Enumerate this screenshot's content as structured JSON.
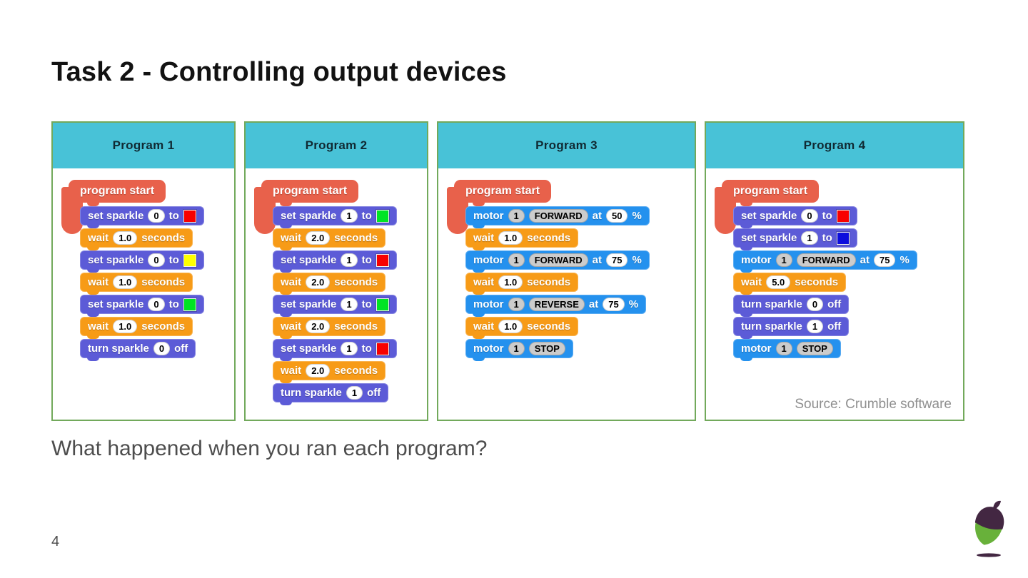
{
  "slide": {
    "title": "Task 2 - Controlling output devices",
    "question": "What happened when you ran each program?",
    "page_number": "4"
  },
  "colors": {
    "header_bg": "#48c2d7",
    "header_text": "#102a33",
    "panel_border": "#72a95b",
    "blocks": {
      "start": "#e8614b",
      "sparkle": "#5c5bd7",
      "wait": "#f79b17",
      "motor": "#2491ee"
    },
    "swatches": {
      "red": "#f80000",
      "yellow": "#ffff00",
      "green": "#00e424",
      "blue": "#0d0ddd"
    },
    "logo": {
      "green": "#68b13a",
      "dark": "#432742"
    }
  },
  "panels": [
    {
      "label": "Program 1",
      "blocks": [
        {
          "type": "start",
          "segments": [
            {
              "text": "program start"
            }
          ]
        },
        {
          "type": "sparkle",
          "segments": [
            {
              "text": "set sparkle"
            },
            {
              "pill": "0"
            },
            {
              "text": "to"
            },
            {
              "swatch": "red"
            }
          ]
        },
        {
          "type": "wait",
          "segments": [
            {
              "text": "wait"
            },
            {
              "pill": "1.0"
            },
            {
              "text": "seconds"
            }
          ]
        },
        {
          "type": "sparkle",
          "segments": [
            {
              "text": "set sparkle"
            },
            {
              "pill": "0"
            },
            {
              "text": "to"
            },
            {
              "swatch": "yellow"
            }
          ]
        },
        {
          "type": "wait",
          "segments": [
            {
              "text": "wait"
            },
            {
              "pill": "1.0"
            },
            {
              "text": "seconds"
            }
          ]
        },
        {
          "type": "sparkle",
          "segments": [
            {
              "text": "set sparkle"
            },
            {
              "pill": "0"
            },
            {
              "text": "to"
            },
            {
              "swatch": "green"
            }
          ]
        },
        {
          "type": "wait",
          "segments": [
            {
              "text": "wait"
            },
            {
              "pill": "1.0"
            },
            {
              "text": "seconds"
            }
          ]
        },
        {
          "type": "sparkle",
          "segments": [
            {
              "text": "turn sparkle"
            },
            {
              "pill": "0"
            },
            {
              "text": "off"
            }
          ]
        }
      ]
    },
    {
      "label": "Program 2",
      "blocks": [
        {
          "type": "start",
          "segments": [
            {
              "text": "program start"
            }
          ]
        },
        {
          "type": "sparkle",
          "segments": [
            {
              "text": "set sparkle"
            },
            {
              "pill": "1"
            },
            {
              "text": "to"
            },
            {
              "swatch": "green"
            }
          ]
        },
        {
          "type": "wait",
          "segments": [
            {
              "text": "wait"
            },
            {
              "pill": "2.0"
            },
            {
              "text": "seconds"
            }
          ]
        },
        {
          "type": "sparkle",
          "segments": [
            {
              "text": "set sparkle"
            },
            {
              "pill": "1"
            },
            {
              "text": "to"
            },
            {
              "swatch": "red"
            }
          ]
        },
        {
          "type": "wait",
          "segments": [
            {
              "text": "wait"
            },
            {
              "pill": "2.0"
            },
            {
              "text": "seconds"
            }
          ]
        },
        {
          "type": "sparkle",
          "segments": [
            {
              "text": "set sparkle"
            },
            {
              "pill": "1"
            },
            {
              "text": "to"
            },
            {
              "swatch": "green"
            }
          ]
        },
        {
          "type": "wait",
          "segments": [
            {
              "text": "wait"
            },
            {
              "pill": "2.0"
            },
            {
              "text": "seconds"
            }
          ]
        },
        {
          "type": "sparkle",
          "segments": [
            {
              "text": "set sparkle"
            },
            {
              "pill": "1"
            },
            {
              "text": "to"
            },
            {
              "swatch": "red"
            }
          ]
        },
        {
          "type": "wait",
          "segments": [
            {
              "text": "wait"
            },
            {
              "pill": "2.0"
            },
            {
              "text": "seconds"
            }
          ]
        },
        {
          "type": "sparkle",
          "segments": [
            {
              "text": "turn sparkle"
            },
            {
              "pill": "1"
            },
            {
              "text": "off"
            }
          ]
        }
      ]
    },
    {
      "label": "Program 3",
      "blocks": [
        {
          "type": "start",
          "segments": [
            {
              "text": "program start"
            }
          ]
        },
        {
          "type": "motor",
          "segments": [
            {
              "text": "motor"
            },
            {
              "pill": "1",
              "grey": true
            },
            {
              "pill": "FORWARD",
              "grey": true
            },
            {
              "text": "at"
            },
            {
              "pill": "50"
            },
            {
              "text": "%"
            }
          ]
        },
        {
          "type": "wait",
          "segments": [
            {
              "text": "wait"
            },
            {
              "pill": "1.0"
            },
            {
              "text": "seconds"
            }
          ]
        },
        {
          "type": "motor",
          "segments": [
            {
              "text": "motor"
            },
            {
              "pill": "1",
              "grey": true
            },
            {
              "pill": "FORWARD",
              "grey": true
            },
            {
              "text": "at"
            },
            {
              "pill": "75"
            },
            {
              "text": "%"
            }
          ]
        },
        {
          "type": "wait",
          "segments": [
            {
              "text": "wait"
            },
            {
              "pill": "1.0"
            },
            {
              "text": "seconds"
            }
          ]
        },
        {
          "type": "motor",
          "segments": [
            {
              "text": "motor"
            },
            {
              "pill": "1",
              "grey": true
            },
            {
              "pill": "REVERSE",
              "grey": true
            },
            {
              "text": "at"
            },
            {
              "pill": "75"
            },
            {
              "text": "%"
            }
          ]
        },
        {
          "type": "wait",
          "segments": [
            {
              "text": "wait"
            },
            {
              "pill": "1.0"
            },
            {
              "text": "seconds"
            }
          ]
        },
        {
          "type": "motor",
          "segments": [
            {
              "text": "motor"
            },
            {
              "pill": "1",
              "grey": true
            },
            {
              "pill": "STOP",
              "grey": true
            }
          ]
        }
      ]
    },
    {
      "label": "Program 4",
      "source": "Source: Crumble software",
      "blocks": [
        {
          "type": "start",
          "segments": [
            {
              "text": "program start"
            }
          ]
        },
        {
          "type": "sparkle",
          "segments": [
            {
              "text": "set sparkle"
            },
            {
              "pill": "0"
            },
            {
              "text": "to"
            },
            {
              "swatch": "red"
            }
          ]
        },
        {
          "type": "sparkle",
          "segments": [
            {
              "text": "set sparkle"
            },
            {
              "pill": "1"
            },
            {
              "text": "to"
            },
            {
              "swatch": "blue"
            }
          ]
        },
        {
          "type": "motor",
          "segments": [
            {
              "text": "motor"
            },
            {
              "pill": "1",
              "grey": true
            },
            {
              "pill": "FORWARD",
              "grey": true
            },
            {
              "text": "at"
            },
            {
              "pill": "75"
            },
            {
              "text": "%"
            }
          ]
        },
        {
          "type": "wait",
          "segments": [
            {
              "text": "wait"
            },
            {
              "pill": "5.0"
            },
            {
              "text": "seconds"
            }
          ]
        },
        {
          "type": "sparkle",
          "segments": [
            {
              "text": "turn sparkle"
            },
            {
              "pill": "0"
            },
            {
              "text": "off"
            }
          ]
        },
        {
          "type": "sparkle",
          "segments": [
            {
              "text": "turn sparkle"
            },
            {
              "pill": "1"
            },
            {
              "text": "off"
            }
          ]
        },
        {
          "type": "motor",
          "segments": [
            {
              "text": "motor"
            },
            {
              "pill": "1",
              "grey": true
            },
            {
              "pill": "STOP",
              "grey": true
            }
          ]
        }
      ]
    }
  ]
}
